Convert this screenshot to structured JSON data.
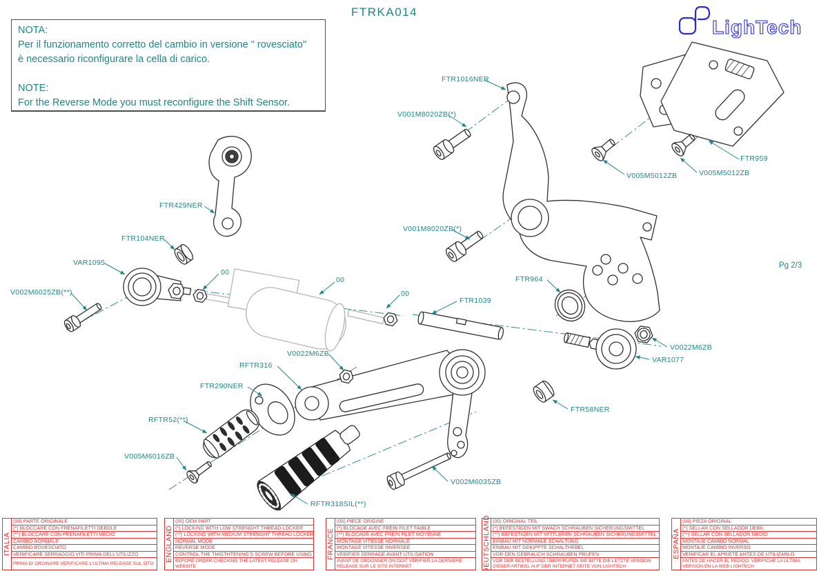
{
  "title": "FTRKA014",
  "page_number": "Pg 2/3",
  "logo_text": "LighTech",
  "note": {
    "nota_label": "NOTA:",
    "nota_body1": "Per il funzionamento corretto del cambio in versione \" rovesciato\"",
    "nota_body2": "è necessario riconfigurare la cella di carico.",
    "note_label": "NOTE:",
    "note_body": "For the Reverse Mode you must reconfigure the Shift Sensor."
  },
  "colors": {
    "accent_teal": "#20848A",
    "table_red": "#E03434",
    "logo_blue": "#2A2ACE",
    "line_dark": "#2F2F2F",
    "sensor_gray": "#B5B5B5"
  },
  "callouts": [
    "FTR1016NER",
    "V001M8020ZB(*)",
    "FTR959",
    "V005M5012ZB",
    "V005M5012ZB",
    "FTR429NER",
    "FTR104NER",
    "VAR1095",
    "V002M6025ZB(**)",
    "V001M8020ZB(*)",
    "FTR964",
    "00",
    "00",
    "00",
    "FTR1039",
    "V0022M6ZB",
    "RFTR316",
    "FTR290NER",
    "RFTR52(**)",
    "V005M6016ZB",
    "RFTR318SIL(**)",
    "V002M6035ZB",
    "FTR58NER",
    "V0022M6ZB",
    "VAR1077"
  ],
  "tables": [
    {
      "country": "ITALIA",
      "rows": [
        "(00) PARTE ORIGINALE",
        "(*)   BLOCCARE CON FRENAFILETTI DEBOLE",
        "(**)  BLOCCARE CON FRENAFILETTI MEDIO",
        "CAMBIO NORMALE",
        "CAMBIO ROVESCIATO",
        "VERIFICARE SERRAGGIO VITI PRIMA DELL'UTILIZZO",
        "PRIMA DI ORDINARE VERIFICARE L'ULTIMA RELEASE SUL SITO"
      ]
    },
    {
      "country": "ENGLAND",
      "rows": [
        "(00) OEM PART",
        "(*)   LOCKING WITH LOW STRENGHT THREAD LOCKER",
        "(**)  LOCKING WITH MEDIUM STRENGHT THREAD LOCKER",
        "NORMAL MODE",
        "REVERSE MODE",
        "CONTROL THE THIGTHTENING'S SCREW BEFORE USING",
        "BEFORE ORDER CHECKING THE LATEST RELEASE ON WEBSITE"
      ]
    },
    {
      "country": "FRANCE",
      "rows": [
        "(00) PIECE ORIGINE",
        "(*)   BLOCAGE AVEC FREIN FILET FAIBLE",
        "(**)  BLOCAGE AVEC FREIN FILET MOYENNE",
        "MONTAGE VITESSE NORMALE",
        "MONTAGE VITESSE INVERSEE",
        "VERIFIER SERRAGE AVANT UTILISATION",
        "AVANT DE ORDONNER ON DOIT VÉRIFIER LA DERNIÈRE RELEASE SUR LE SITE INTERNET"
      ]
    },
    {
      "country": "DEUTSCHLAND",
      "rows": [
        "(00) ORIGINAL TEIL",
        "(*)   BEFESTIGEN MIT SWACH SCHRAUBEN SICHERUNGSMITTEL",
        "(**)  BEFESTIGEN MIT MITTLEREN SCHRAUBEN SICHERUNGSMITTEL",
        "EINBAU MIT NORMALE SCHALTUNG",
        "EINBAU MIT GEKIPPTE SCHALTHEBEL",
        "VOR DEN GEBRAUCH SCHRAUBEN PRÜFEN",
        "VOR DER BESTELLUNG ÜBERPRÜFEN SIE BITTE DIE LETZTE VERSION DIESER ARTIKEL AUF DER INTERNET SEITE VON LIGHTECH"
      ]
    },
    {
      "country": "ESPAÑA",
      "rows": [
        "(00) PIEZA ORIGINAL",
        "(*)   SELLAR CON SELLADOR DEBIL",
        "(**)  SELLAR CON SELLADOR MEDIO",
        "MONTAJE  CAMBIO NORMAL",
        "MONTAJE CAMBIO INVERSO",
        "VERIFICAR EL APRIETE ANTES DE UTILIZARLO",
        "ANTES DE HACER EL PEDIDO, VERIFICAR LA ULTIMA VERSIÓN EN LA WEB LIGHTECH"
      ]
    }
  ]
}
